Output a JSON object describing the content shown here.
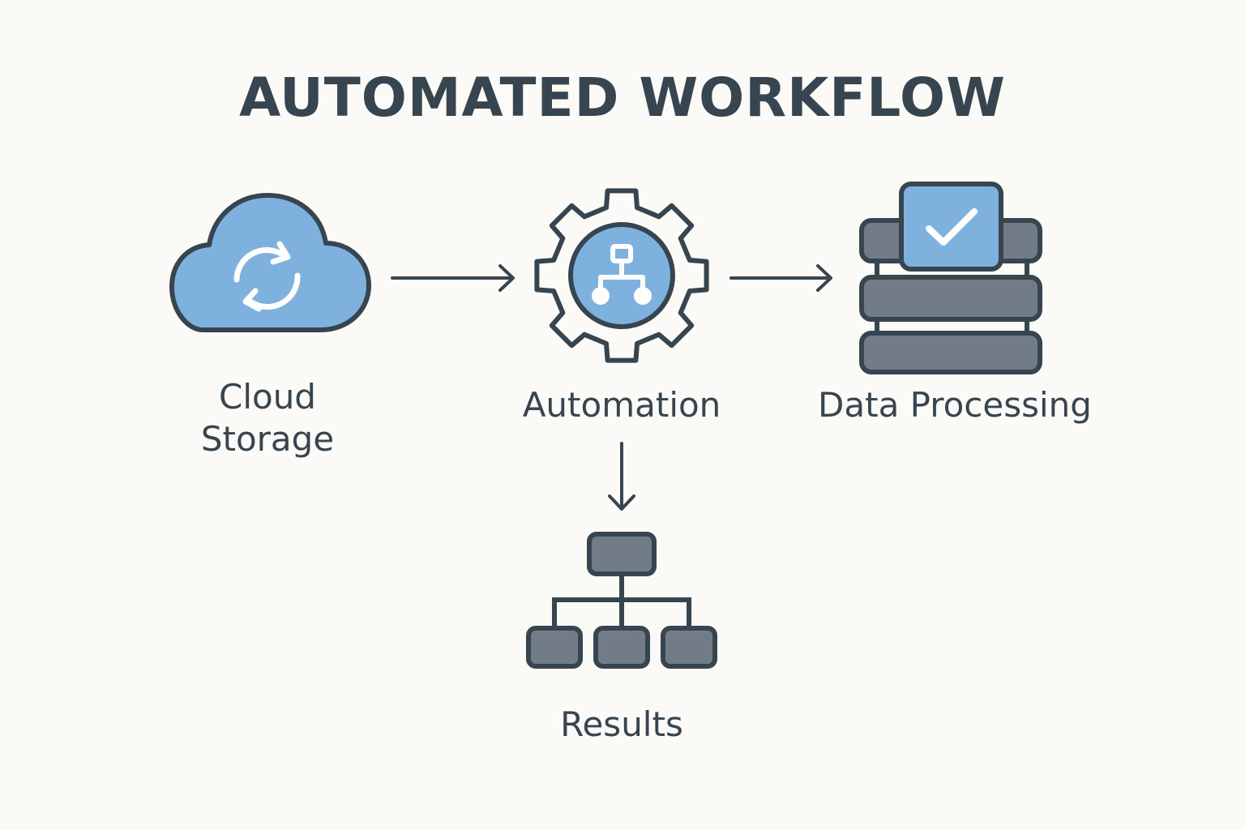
{
  "title": "AUTOMATED WORKFLOW",
  "colors": {
    "outline": "#36454f",
    "accent_blue": "#7eb1de",
    "gray_fill": "#717c86",
    "background": "#fbfaf7",
    "icon_white": "#ffffff"
  },
  "nodes": [
    {
      "id": "cloud-storage",
      "label_line1": "Cloud",
      "label_line2": "Storage",
      "icon": "cloud-sync-icon"
    },
    {
      "id": "automation",
      "label": "Automation",
      "icon": "gear-hierarchy-icon"
    },
    {
      "id": "data-processing",
      "label": "Data Processing",
      "icon": "database-check-icon"
    },
    {
      "id": "results",
      "label": "Results",
      "icon": "org-chart-icon"
    }
  ],
  "edges": [
    {
      "from": "cloud-storage",
      "to": "automation",
      "direction": "right"
    },
    {
      "from": "automation",
      "to": "data-processing",
      "direction": "right"
    },
    {
      "from": "automation",
      "to": "results",
      "direction": "down"
    }
  ]
}
